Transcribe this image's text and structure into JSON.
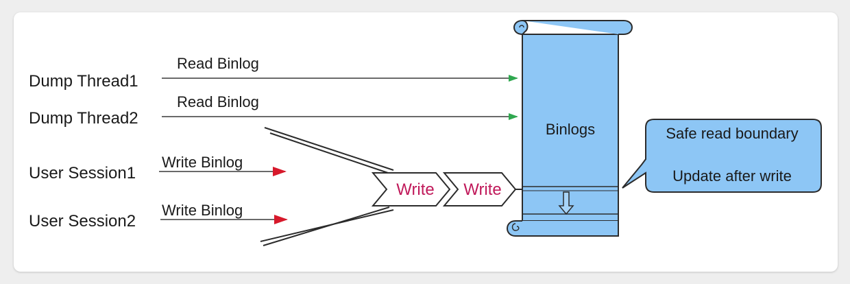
{
  "colors": {
    "scroll_fill": "#8dc6f5",
    "scroll_stroke": "#2b2b2b",
    "arrow_green": "#2fa84f",
    "arrow_red": "#d7192b",
    "write_text": "#c0195a",
    "callout_fill": "#8dc6f5"
  },
  "sources": [
    {
      "label": "Dump Thread1",
      "edge_label": "Read Binlog"
    },
    {
      "label": "Dump Thread2",
      "edge_label": "Read Binlog"
    },
    {
      "label": "User Session1",
      "edge_label": "Write Binlog"
    },
    {
      "label": "User Session2",
      "edge_label": "Write Binlog"
    }
  ],
  "write_stages": [
    "Write",
    "Write"
  ],
  "binlogs": {
    "label": "Binlogs"
  },
  "callout": {
    "line1": "Safe read boundary",
    "line2": "Update after write"
  }
}
